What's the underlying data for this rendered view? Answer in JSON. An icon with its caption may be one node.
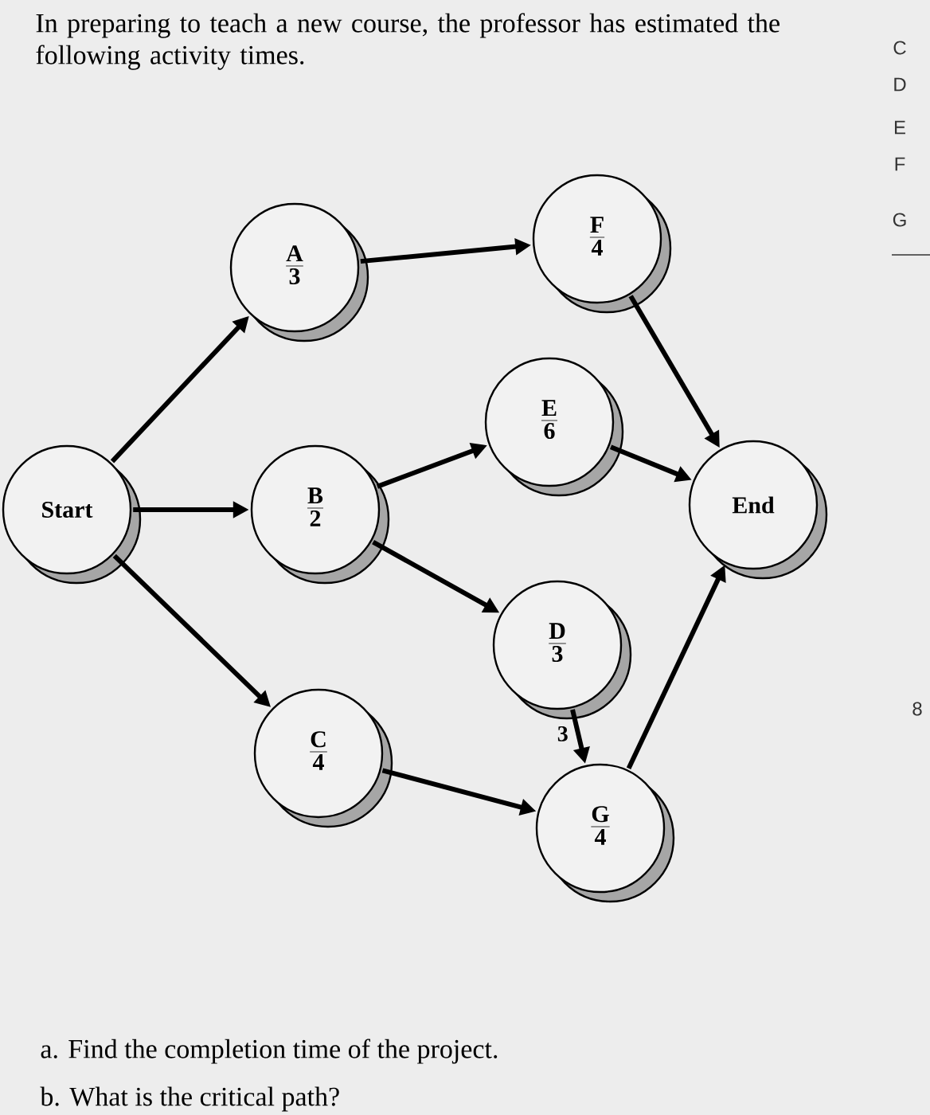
{
  "diagram": {
    "title": "In preparing to teach a new course, the professor has estimated the following activity times.",
    "nodes": [
      {
        "text": [
          "Start"
        ]
      },
      {
        "text": [
          "A",
          "3"
        ]
      },
      {
        "text": [
          "F",
          "4"
        ]
      },
      {
        "text": [
          "E",
          "6"
        ]
      },
      {
        "text": [
          "B",
          "2"
        ]
      },
      {
        "text": [
          "End"
        ]
      },
      {
        "text": [
          "D",
          "3"
        ]
      },
      {
        "text": [
          "C",
          "4"
        ]
      },
      {
        "text": [
          "G",
          "4"
        ]
      }
    ],
    "edges": [
      {
        "from": 0,
        "to": 1,
        "arrow": "to"
      },
      {
        "from": 0,
        "to": 4,
        "arrow": "to"
      },
      {
        "from": 0,
        "to": 7,
        "arrow": "to"
      },
      {
        "from": 1,
        "to": 2,
        "arrow": "to"
      },
      {
        "from": 4,
        "to": 3,
        "arrow": "to"
      },
      {
        "from": 4,
        "to": 6,
        "arrow": "to"
      },
      {
        "from": 2,
        "to": 5,
        "arrow": "to"
      },
      {
        "from": 3,
        "to": 5,
        "arrow": "to"
      },
      {
        "from": 6,
        "to": 8,
        "arrow": "to",
        "label": "3"
      },
      {
        "from": 7,
        "to": 8,
        "arrow": "to"
      },
      {
        "from": 8,
        "to": 5,
        "arrow": "to"
      }
    ],
    "labels": [
      "C",
      "D",
      "E",
      "F",
      "G",
      "8",
      "a. Find the completion time of the project.",
      "b. What is the critical path?"
    ]
  }
}
